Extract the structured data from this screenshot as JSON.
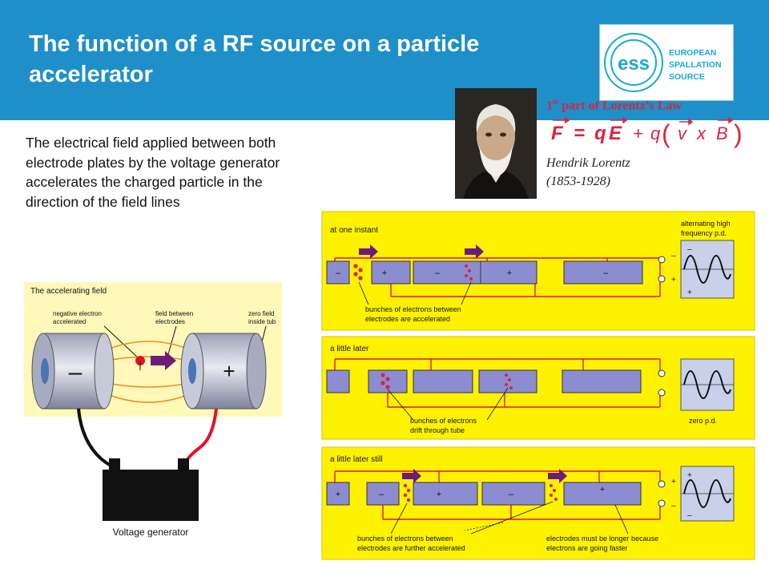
{
  "slide": {
    "title": "The function of a RF source on a particle accelerator",
    "explanation": "The electrical field applied between both electrode plates by the voltage generator accelerates the charged particle in the direction of the field lines",
    "colors": {
      "header": "#1e8fc9",
      "panel": "#fff200",
      "electrode": "#8c8cd0",
      "wire": "#e6102a",
      "bunch": "#d7263d",
      "arrow": "#6d1b7b",
      "field_line": "#f08a24"
    }
  },
  "logo": {
    "line1": "EUROPEAN",
    "line2": "SPALLATION",
    "line3": "SOURCE",
    "mark": "ess"
  },
  "lorentz": {
    "law_prefix": "1",
    "law_sup": "st",
    "law_suffix": " part of Lorentz’s Law",
    "formula": {
      "F": "F",
      "eq": "=",
      "q": "q",
      "E": "E",
      "plus": "+",
      "q2": "q",
      "v": "v",
      "x": "x",
      "B": "B"
    },
    "person_name": "Hendrik Lorentz",
    "person_years": "(1853-1928)"
  },
  "accelerating_field": {
    "heading": "The accelerating field",
    "label_electron": "negative electron",
    "label_electron2": "accelerated",
    "label_field": "field between",
    "label_field2": "electrodes",
    "label_zero": "zero field",
    "label_zero2": "inside tub",
    "minus": "–",
    "plus": "+",
    "generator_label": "Voltage generator"
  },
  "stages": {
    "panel1": {
      "heading": "at one instant",
      "signs": [
        "–",
        "+",
        "–",
        "+",
        "–"
      ],
      "caption1": "bunches of electrons between",
      "caption2": "electrodes are accelerated",
      "pd_label1": "alternating high",
      "pd_label2": "frequency p.d.",
      "pd_top_sign": "–",
      "pd_bottom_sign": "+",
      "terminal_top_sign": "–",
      "terminal_bottom_sign": "+"
    },
    "panel2": {
      "heading": "a little later",
      "caption1": "bunches of electrons",
      "caption2": "drift through tube",
      "pd_label": "zero p.d."
    },
    "panel3": {
      "heading": "a little later still",
      "signs": [
        "+",
        "–",
        "+",
        "–",
        "+"
      ],
      "caption1": "bunches of electrons between",
      "caption2": "electrodes are further accelerated",
      "caption3": "electrodes must be longer because",
      "caption4": "electrons are going faster",
      "pd_top_sign": "+",
      "pd_bottom_sign": "–",
      "terminal_top_sign": "+",
      "terminal_bottom_sign": "–"
    }
  }
}
